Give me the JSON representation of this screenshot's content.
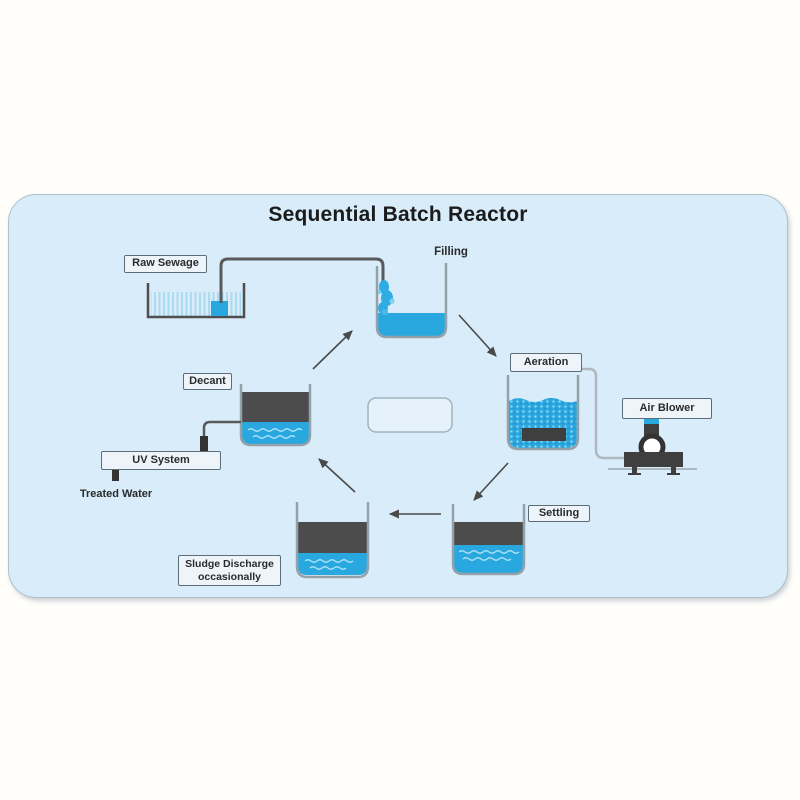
{
  "title": "Sequential Batch Reactor",
  "labels": {
    "raw_sewage": "Raw Sewage",
    "filling": "Filling",
    "aeration": "Aeration",
    "air_blower": "Air Blower",
    "settling": "Settling",
    "sludge_discharge_line1": "Sludge Discharge",
    "sludge_discharge_line2": "occasionally",
    "decant": "Decant",
    "uv_system": "UV System",
    "treated_water": "Treated Water"
  },
  "colors": {
    "panel_bg": "#d8ecf9",
    "water": "#29a8e0",
    "sludge": "#4c4c4c",
    "tank_wall": "#95a1a8",
    "dark_wall": "#4f4f4f",
    "pipe_dark": "#5a5a5a",
    "pipe_light": "#aeb8be",
    "arrow": "#4a4a4a",
    "label_border": "#5d6d77",
    "label_bg": "#edf5fb",
    "text": "#2b2b2b",
    "title": "#1b1b1b",
    "device_dark": "#3f3f3f",
    "center_box_bg": "#e6f2fa",
    "center_box_border": "#a0b4c0"
  }
}
